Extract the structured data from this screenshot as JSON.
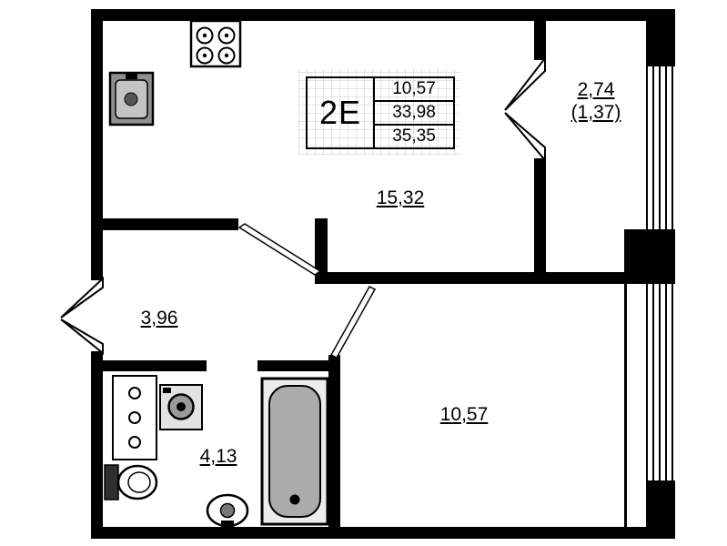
{
  "plan": {
    "unit_label": "2E",
    "spec_table": {
      "values": [
        "10,57",
        "33,98",
        "35,35"
      ]
    },
    "rooms": {
      "living_area": "15,32",
      "hall_area": "3,96",
      "bathroom_area": "4,13",
      "bedroom_area": "10,57",
      "balcony_area": "2,74",
      "balcony_reduced": "(1,37)"
    },
    "colors": {
      "wall": "#000000",
      "background": "#ffffff",
      "fixture_gray": "#a9a9a9"
    }
  }
}
